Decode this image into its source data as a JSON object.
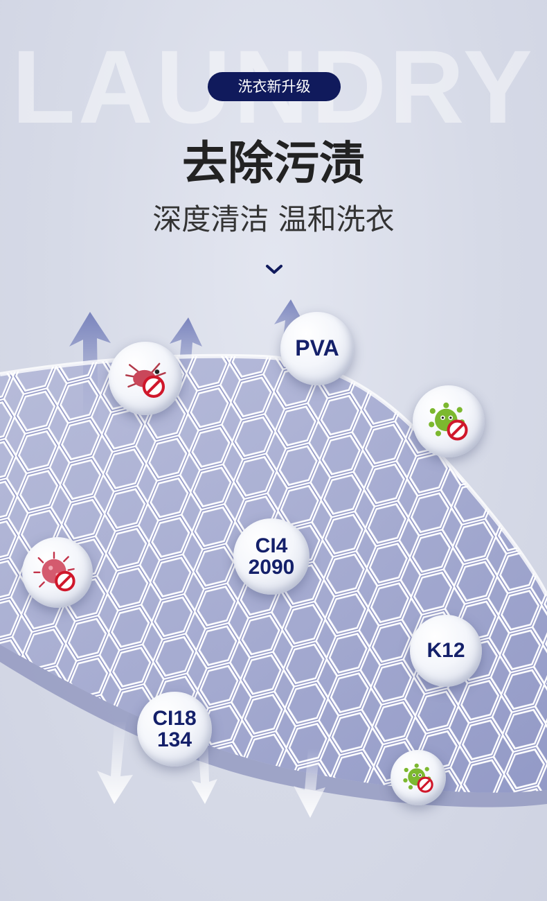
{
  "header": {
    "background_word": "LAUNDRY",
    "badge": "洗衣新升级",
    "title": "去除污渍",
    "subtitle": "深度清洁 温和洗衣"
  },
  "bubbles": [
    {
      "id": "pva",
      "text": "PVA"
    },
    {
      "id": "ci4",
      "text": "CI4\n2090"
    },
    {
      "id": "k12",
      "text": "K12"
    },
    {
      "id": "ci18",
      "text": "CI18\n134"
    }
  ],
  "icons": {
    "mite": "mite-prohibited-icon",
    "germ_green": "germ-prohibited-icon",
    "virus_red": "virus-prohibited-icon",
    "germ_small": "germ-small-prohibited-icon"
  },
  "colors": {
    "accent_navy": "#101a5c",
    "text_navy": "#14206a",
    "mesh_fill": "#c7cbe2",
    "prohibit_red": "#d0172b"
  }
}
